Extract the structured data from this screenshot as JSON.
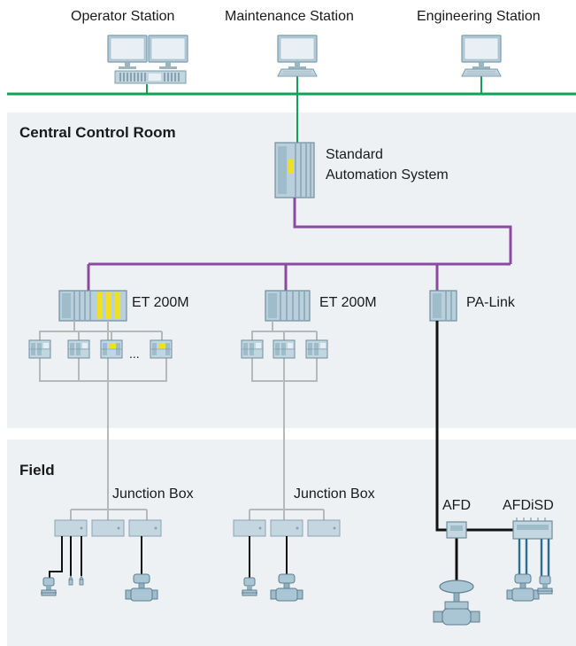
{
  "stations": {
    "operator": "Operator Station",
    "maintenance": "Maintenance  Station",
    "engineering": "Engineering Station"
  },
  "zones": {
    "control_room": "Central Control Room",
    "field": "Field"
  },
  "devices": {
    "automation_system": [
      "Standard",
      "Automation  System"
    ],
    "et200m_left": "ET 200M",
    "et200m_right": "ET 200M",
    "pa_link": "PA-Link",
    "junction_box_left": "Junction Box",
    "junction_box_right": "Junction Box",
    "afd": "AFD",
    "afdisd": "AFDiSD",
    "ellipsis": "..."
  },
  "colors": {
    "plant_bus": "#10a05a",
    "profibus_dp": "#8a4aa0",
    "profibus_pa": "#111111",
    "io_wiring": "#b8b8b8",
    "zone_background": "#edf1f4",
    "device_body": "#aac5d3",
    "device_highlight": "#f0e020"
  }
}
